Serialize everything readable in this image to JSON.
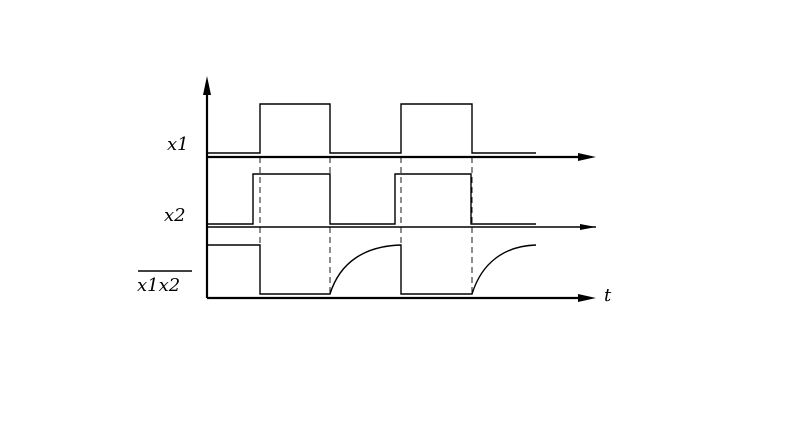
{
  "labels": {
    "x1": "x1",
    "x2": "x2",
    "product": "x1x2",
    "time": "t"
  }
}
